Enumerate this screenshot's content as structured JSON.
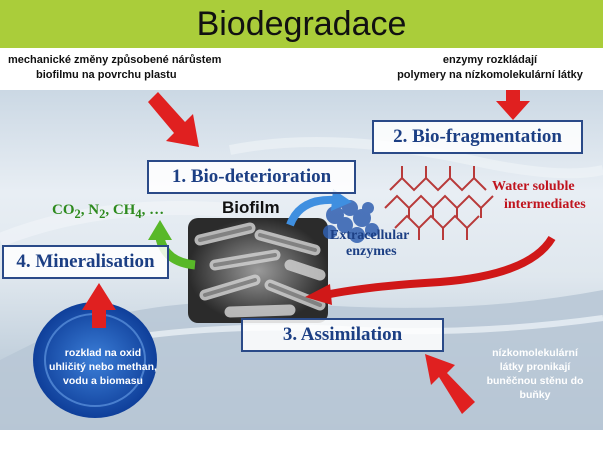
{
  "title": "Biodegradace",
  "notes": {
    "top_left": [
      "mechanické změny způsobené nárůstem",
      "biofilmu na povrchu plastu"
    ],
    "top_right": [
      "enzymy rozkládají",
      "polymery na nízkomolekulární látky"
    ],
    "bottom_left": [
      "rozklad na oxid",
      "uhličitý nebo methan,",
      "vodu a biomasu"
    ],
    "bottom_right": [
      "nízkomolekulární",
      "látky pronikají",
      "buněčnou stěnu do",
      "buňky"
    ]
  },
  "stages": {
    "deterioration": "1. Bio-deterioration",
    "fragmentation": "2. Bio-fragmentation",
    "assimilation": "3. Assimilation",
    "mineralisation": "4. Mineralisation"
  },
  "labels": {
    "biofilm": "Biofilm",
    "enzymes": [
      "Extracellular",
      "enzymes"
    ],
    "water_soluble": [
      "Water soluble",
      "intermediates"
    ],
    "products": {
      "co": "CO",
      "co_sub": "2",
      "n": ", N",
      "n_sub": "2",
      "ch": ", CH",
      "ch_sub": "4",
      "tail": ", …"
    }
  },
  "colors": {
    "title_bar": "#aacd3a",
    "stage_text": "#1c3f84",
    "red_arrow": "#e02020",
    "green_text": "#2e8a1e",
    "water_soluble": "#c0141e"
  }
}
